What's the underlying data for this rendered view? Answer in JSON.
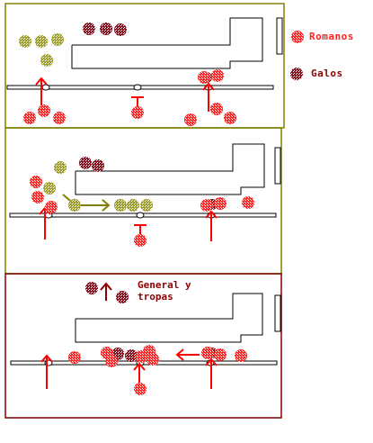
{
  "legend": {
    "romanos": {
      "label": "Romanos",
      "color": "#ff2020"
    },
    "galos": {
      "label": "Galos",
      "color": "#8b0000"
    }
  },
  "annotation": {
    "line1": "General y",
    "line2": "tropas"
  },
  "colors": {
    "roman": "#ff2020",
    "gaul_olive": "#9a9a20",
    "gaul_dark": "#8b0000",
    "frame_olive": "#808000",
    "frame_maroon": "#800000",
    "arrow_red": "#ff0000",
    "arrow_olive": "#808000",
    "line": "#000000"
  },
  "icons": [
    "roman-unit-icon",
    "gaul-unit-icon",
    "advance-arrow-icon",
    "stop-marker-icon"
  ]
}
